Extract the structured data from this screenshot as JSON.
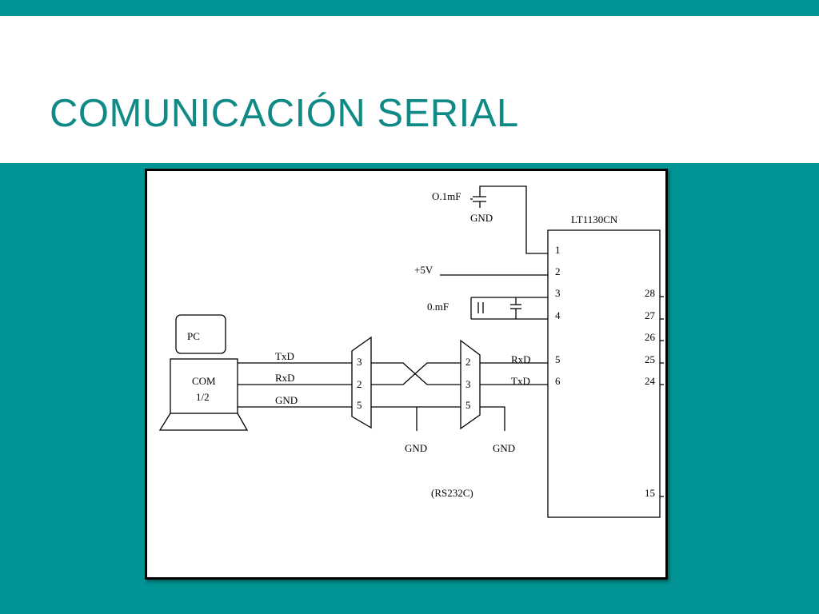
{
  "slide": {
    "title": "COMUNICACIÓN SERIAL"
  },
  "diagram": {
    "pc_label": "PC",
    "com_label_line1": "COM",
    "com_label_line2": "1/2",
    "pc_txd": "TxD",
    "pc_rxd": "RxD",
    "pc_gnd": "GND",
    "conn_left_pins": [
      "3",
      "2",
      "5"
    ],
    "conn_right_pins": [
      "2",
      "3",
      "5"
    ],
    "gnd_label_1": "GND",
    "gnd_label_2": "GND",
    "rs232_label": "(RS232C)",
    "cap_top_label": "O.1mF",
    "cap_top_gnd": "GND",
    "vcc_label": "+5V",
    "cap_mid_label": "0.mF",
    "chip_name": "LT1130CN",
    "chip_rxd": "RxD",
    "chip_txd": "TxD",
    "chip_left_pins": [
      "1",
      "2",
      "3",
      "4",
      "5",
      "6"
    ],
    "chip_right_pins": [
      "28",
      "27",
      "26",
      "25",
      "24",
      "15"
    ]
  }
}
